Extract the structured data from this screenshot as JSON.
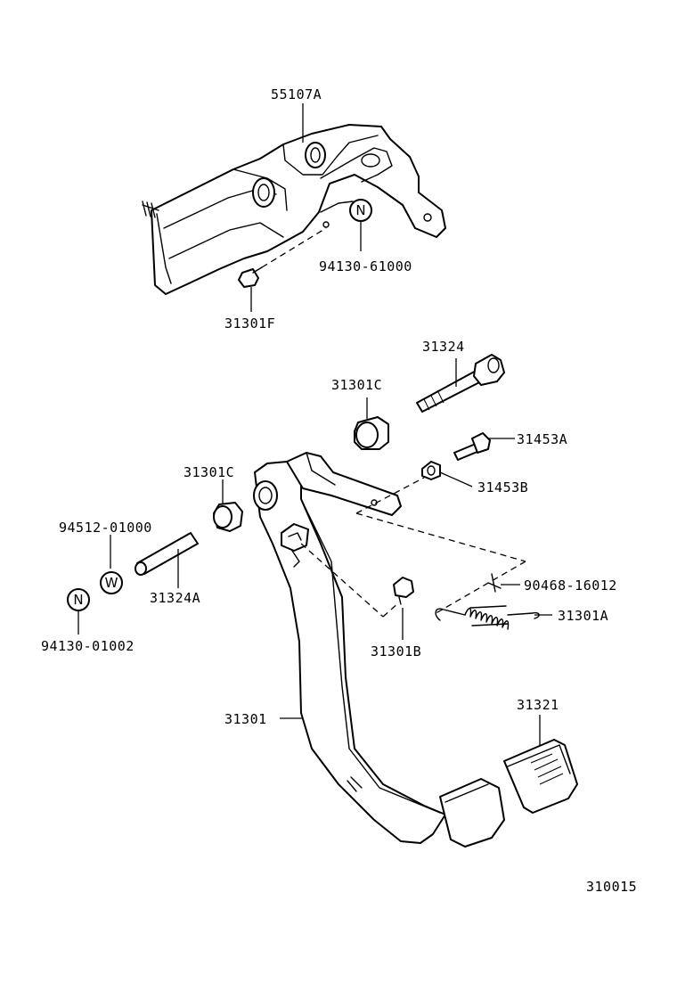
{
  "parts": {
    "p55107A": "55107A",
    "p94130_61000": "94130-61000",
    "p31301F": "31301F",
    "p31324": "31324",
    "p31301C_upper": "31301C",
    "p31453A": "31453A",
    "p31453B": "31453B",
    "p31301C_left": "31301C",
    "p94512_01000": "94512-01000",
    "p31324A": "31324A",
    "p94130_01002": "94130-01002",
    "p90468_16012": "90468-16012",
    "p31301A": "31301A",
    "p31301B": "31301B",
    "p31301": "31301",
    "p31321": "31321"
  },
  "symbols": {
    "n_upper": "N",
    "w_washer": "W",
    "n_lower": "N"
  },
  "figure_number": "310015"
}
